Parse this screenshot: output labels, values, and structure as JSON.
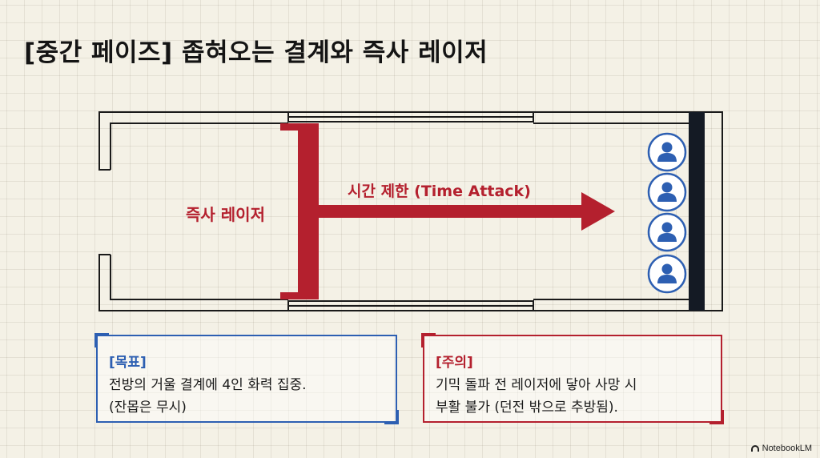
{
  "title": "[중간 페이즈] 좁혀오는 결계와 즉사 레이저",
  "diagram": {
    "laser_label": "즉사 레이저",
    "arrow_label": "시간 제한 (Time Attack)",
    "players": [
      {
        "icon": "user-icon"
      },
      {
        "icon": "user-icon"
      },
      {
        "icon": "user-icon"
      },
      {
        "icon": "user-icon"
      }
    ]
  },
  "goal_box": {
    "heading": "[목표]",
    "line1": "전방의 거울 결계에 4인 화력 집중.",
    "line2": "(잔몹은 무시)"
  },
  "warning_box": {
    "heading": "[주의]",
    "line1": "기믹 돌파 전 레이저에 닿아 사망 시",
    "line2": "부활 불가 (던전 밖으로 추방됨)."
  },
  "brand": "NotebookLM",
  "colors": {
    "accent_red": "#b4202e",
    "accent_blue": "#2d5fb2",
    "barrier": "#141a24",
    "background": "#f4f1e6"
  }
}
